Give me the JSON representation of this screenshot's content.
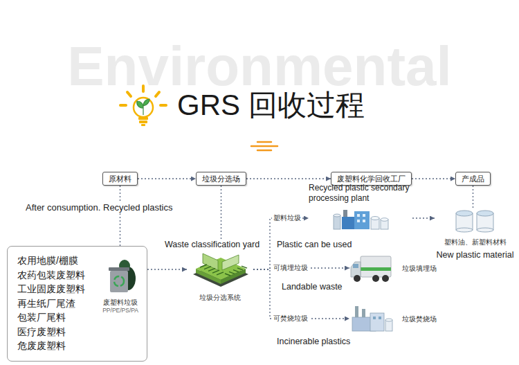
{
  "diagram": {
    "title": "GRS 回收过程",
    "nodes": [
      {
        "text": [
          "原材料"
        ]
      },
      {
        "text": [
          "垃圾分选场"
        ]
      },
      {
        "text": [
          "废塑料化学回收工厂"
        ]
      },
      {
        "text": [
          "产成品"
        ]
      },
      {
        "text": [
          "农用地膜/棚膜",
          "农药包装废塑料",
          "工业固废废塑料",
          "再生纸厂尾渣",
          "包装厂尾料",
          "医疗废塑料",
          "危废废塑料",
          "废塑料垃圾",
          "PP/PE/PS/PA"
        ]
      },
      {
        "text": [
          "垃圾分选系统"
        ]
      },
      {
        "text": [
          "Recycled plastic secondary processing plant"
        ]
      },
      {
        "text": [
          "垃圾填埋场"
        ]
      },
      {
        "text": [
          "垃圾焚烧场"
        ]
      },
      {
        "text": [
          "塑料油、新塑料材料",
          "New plastic material"
        ]
      }
    ],
    "edges": [
      {
        "from": 0,
        "to": 1,
        "arrow": "to"
      },
      {
        "from": 1,
        "to": 2,
        "arrow": "to"
      },
      {
        "from": 2,
        "to": 3,
        "arrow": "to"
      },
      {
        "from": 0,
        "to": 4,
        "arrow": "none"
      },
      {
        "from": 1,
        "to": 5,
        "arrow": "none"
      },
      {
        "from": 3,
        "to": 9,
        "arrow": "none"
      },
      {
        "from": 4,
        "to": 5,
        "arrow": "to"
      },
      {
        "from": 5,
        "to": 6,
        "label": "塑料垃圾",
        "arrow": "to"
      },
      {
        "from": 5,
        "to": 7,
        "label": "可填埋垃圾",
        "arrow": "to"
      },
      {
        "from": 5,
        "to": 8,
        "label": "可焚烧垃圾",
        "arrow": "to"
      },
      {
        "from": 6,
        "to": 9,
        "arrow": "to"
      }
    ],
    "labels": [
      "Environmental",
      "After consumption. Recycled plastics",
      "Waste classification yard",
      "Plastic can be used",
      "Landable waste",
      "Incinerable plastics"
    ]
  }
}
